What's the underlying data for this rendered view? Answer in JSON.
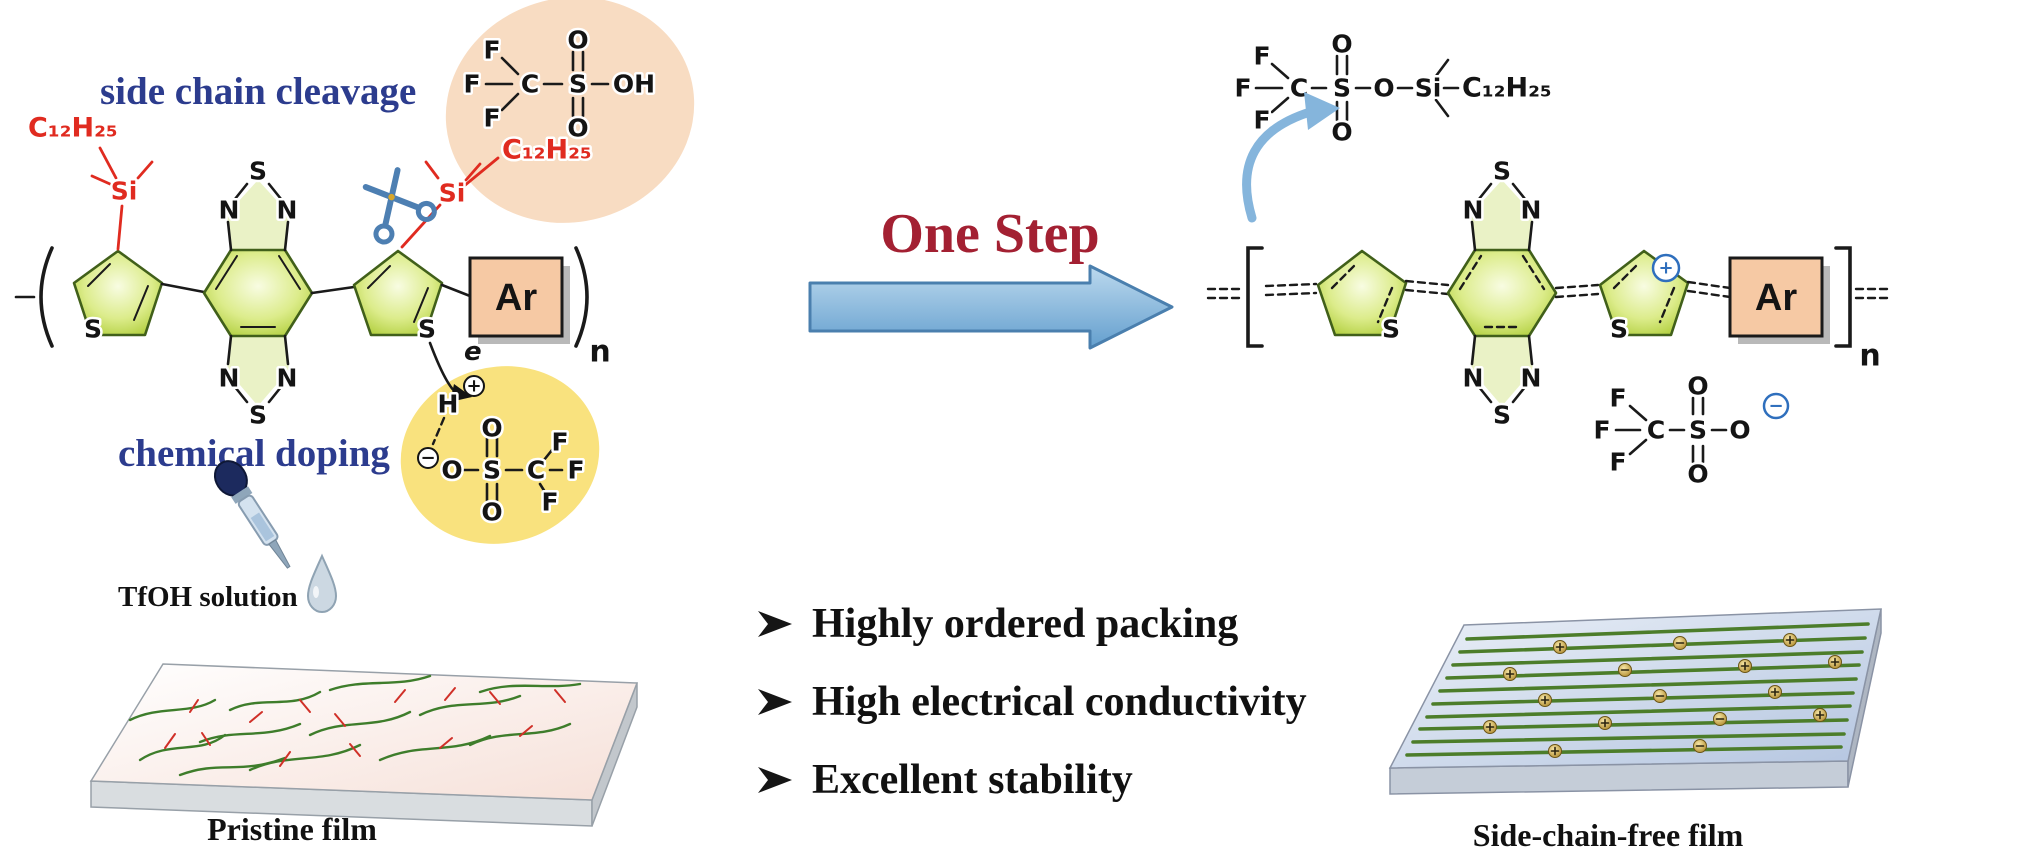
{
  "figure": {
    "type": "chemistry-graphical-abstract",
    "labels": {
      "side_chain_cleavage": "side chain cleavage",
      "chemical_doping": "chemical doping",
      "one_step": "One Step",
      "tfoh_solution": "TfOH solution",
      "pristine_film": "Pristine film",
      "side_chain_free_film": "Side-chain-free film"
    },
    "bullets": [
      {
        "marker": "➢",
        "text": "Highly ordered packing"
      },
      {
        "marker": "➢",
        "text": "High electrical conductivity"
      },
      {
        "marker": "➢",
        "text": "Excellent stability"
      }
    ],
    "chem": {
      "F": "F",
      "C": "C",
      "S": "S",
      "O": "O",
      "N": "N",
      "H": "H",
      "OH": "OH",
      "Si": "Si",
      "e": "e",
      "side_chain": "C₁₂H₂₅",
      "ar": "Ar",
      "n": "n",
      "plus": "+",
      "minus": "−"
    },
    "icons": {
      "scissors": "✂",
      "dropper": "eyedropper",
      "bullet_marker": "➢"
    },
    "colors": {
      "label_blue": "#2c3c8e",
      "one_step_red": "#a32032",
      "side_chain_red": "#e02b20",
      "ring_green": "#bcd749",
      "arrow_blue": "#8fbede",
      "highlight_peach": "#f8dcc2",
      "highlight_yellow": "#f9e27e",
      "ar_box_peach": "#f6c9a4",
      "charge_blue": "#2f6fbd"
    }
  }
}
